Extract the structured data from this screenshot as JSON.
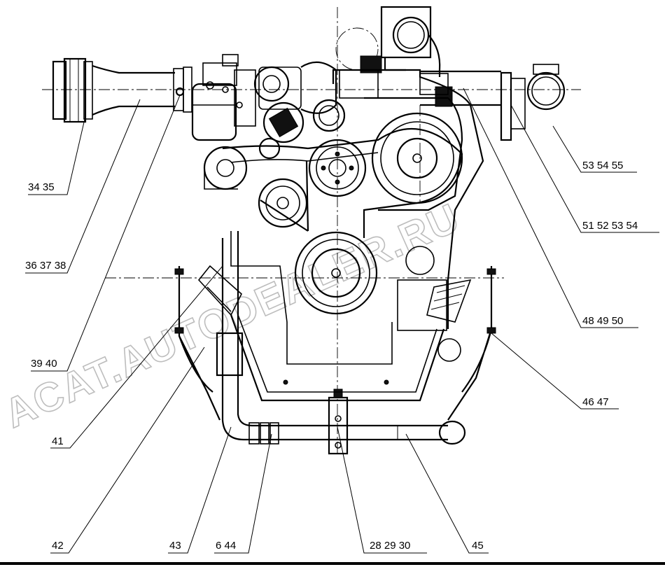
{
  "watermark": "ACAT.AUTODEALER.RU",
  "callouts": [
    {
      "id": "c-34-35",
      "text": "34 35"
    },
    {
      "id": "c-36-37-38",
      "text": "36 37 38"
    },
    {
      "id": "c-39-40",
      "text": "39 40"
    },
    {
      "id": "c-41",
      "text": "41"
    },
    {
      "id": "c-42",
      "text": "42"
    },
    {
      "id": "c-43",
      "text": "43"
    },
    {
      "id": "c-6-44",
      "text": "6 44"
    },
    {
      "id": "c-28-29-30",
      "text": "28 29 30"
    },
    {
      "id": "c-45",
      "text": "45"
    },
    {
      "id": "c-46-47",
      "text": "46 47"
    },
    {
      "id": "c-48-49-50",
      "text": "48 49 50"
    },
    {
      "id": "c-51-52-53-54",
      "text": "51 52 53 54"
    },
    {
      "id": "c-53-54-55",
      "text": "53 54 55"
    }
  ]
}
